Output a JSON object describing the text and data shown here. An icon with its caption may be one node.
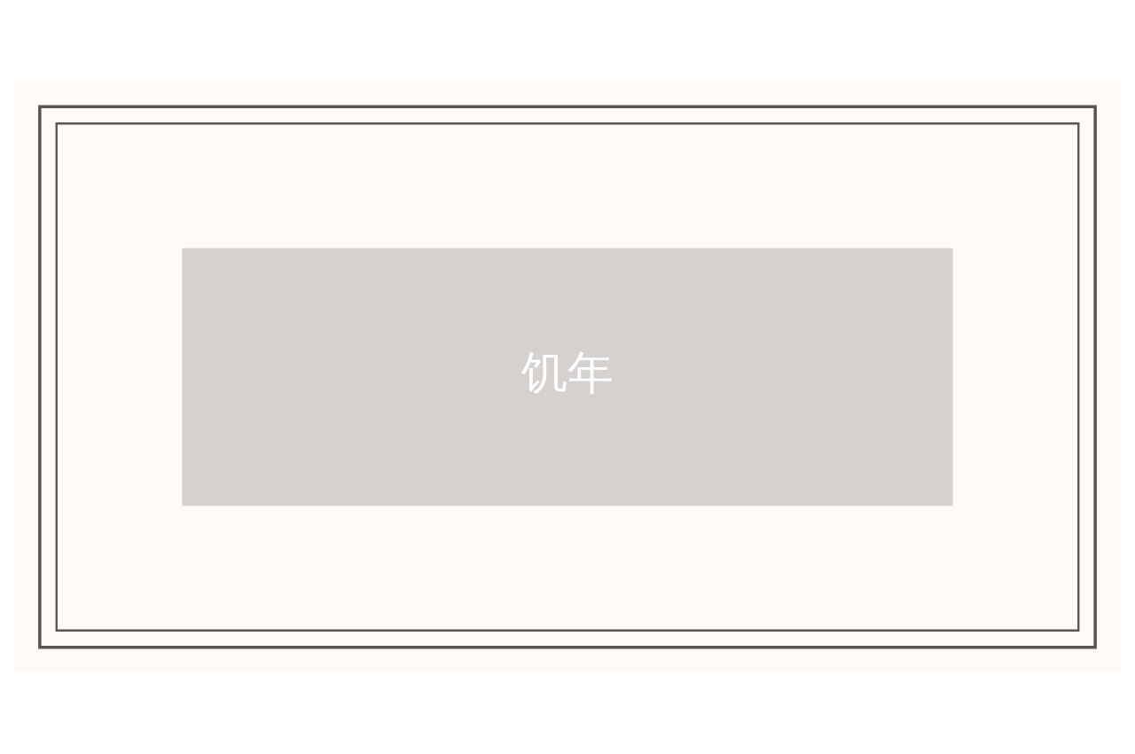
{
  "diagram": {
    "nodes": [
      {
        "text": [],
        "shape": "box"
      },
      {
        "text": [],
        "shape": "box",
        "in": 0
      },
      {
        "text": [
          "饥年"
        ],
        "in": 1
      }
    ]
  }
}
